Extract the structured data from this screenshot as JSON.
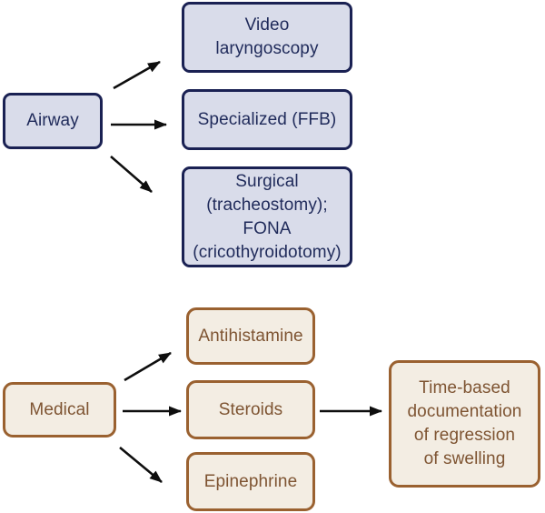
{
  "diagram": {
    "airway": {
      "root": {
        "label": "Airway"
      },
      "branches": [
        {
          "label": "Video\nlaryngoscopy"
        },
        {
          "label": "Specialized (FFB)"
        },
        {
          "label": "Surgical\n(tracheostomy);\nFONA\n(cricothyroidotomy)"
        }
      ],
      "colors": {
        "fill": "#d9dcea",
        "border": "#1a2153",
        "text": "#1f2a5a"
      }
    },
    "medical": {
      "root": {
        "label": "Medical"
      },
      "branches": [
        {
          "label": "Antihistamine"
        },
        {
          "label": "Steroids"
        },
        {
          "label": "Epinephrine"
        }
      ],
      "outcome": {
        "label": "Time-based\ndocumentation\nof regression\nof swelling"
      },
      "colors": {
        "fill": "#f3ede3",
        "border": "#9a6130",
        "text": "#7e5432"
      }
    },
    "arrow_color": "#0e0e0e"
  }
}
